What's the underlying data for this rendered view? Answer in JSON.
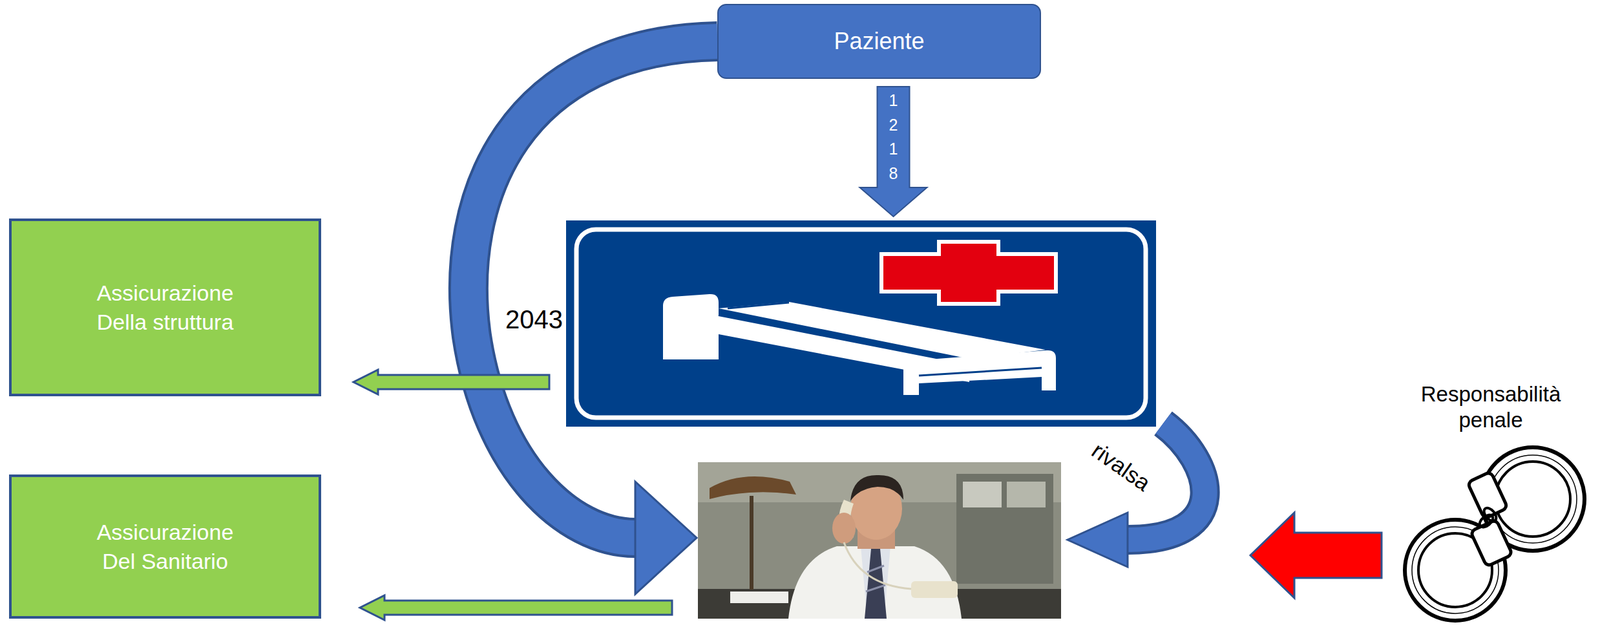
{
  "diagram": {
    "nodes": [
      {
        "text": [
          "Paziente"
        ]
      },
      {
        "text": [
          "Assicurazione Della struttura"
        ]
      },
      {
        "text": []
      },
      {
        "text": [
          "Responsabilità penale"
        ]
      },
      {
        "text": [
          "Assicurazione Del Sanitario"
        ]
      },
      {
        "text": []
      }
    ],
    "edges": [
      {
        "from": 0,
        "to": 2,
        "label": "1218",
        "arrow": "to"
      },
      {
        "from": 0,
        "to": 5,
        "label": "2043",
        "arrow": "to"
      },
      {
        "from": 2,
        "to": 1,
        "arrow": "to"
      },
      {
        "from": 2,
        "to": 5,
        "label": "rivalsa",
        "arrow": "to"
      },
      {
        "from": 5,
        "to": 4,
        "arrow": "to"
      },
      {
        "from": 3,
        "to": 5,
        "arrow": "to"
      }
    ]
  }
}
